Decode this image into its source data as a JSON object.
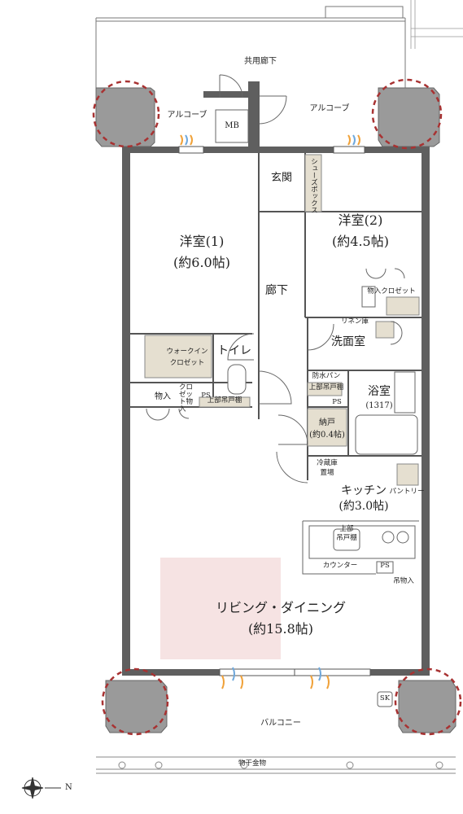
{
  "labels": {
    "corridor": "共用廊下",
    "alcove_left": "アルコーブ",
    "alcove_right": "アルコーブ",
    "mb": "MB",
    "entrance": "玄関",
    "shoe_box": "シューズボックス",
    "western1_name": "洋室(1)",
    "western1_size": "(約6.0帖)",
    "western2_name": "洋室(2)",
    "western2_size": "(約4.5帖)",
    "hallway": "廊下",
    "closet_storage": "物入クロゼット",
    "linen": "リネン庫",
    "washroom": "洗面室",
    "walkin_1": "ウォークイン",
    "walkin_2": "クロゼット",
    "toilet": "トイレ",
    "upper_cabinet": "上部吊戸棚",
    "storage": "物入",
    "closet_storage2": "クロゼット物入",
    "ps1": "PS",
    "waterproof_pan": "防水パン",
    "upper_cabinet2": "上部吊戸棚",
    "ps2": "PS",
    "bathroom": "浴室",
    "bath_size": "(1317)",
    "nando": "納戸",
    "nando_size": "(約0.4帖)",
    "fridge_1": "冷蔵庫",
    "fridge_2": "置場",
    "pantry": "パントリー",
    "kitchen": "キッチン",
    "kitchen_size": "(約3.0帖)",
    "upper_1": "上部",
    "upper_2": "吊戸棚",
    "counter": "カウンター",
    "ps3": "PS",
    "hanging_storage": "吊物入",
    "living_name": "リビング・ダイニング",
    "living_size": "(約15.8帖)",
    "sk": "SK",
    "balcony": "バルコニー",
    "drying": "物干金物",
    "north": "N"
  },
  "colors": {
    "wall": "#5f5f5f",
    "column": "#9a9a9a",
    "dashed_circle": "#a83232",
    "storage_fill": "#e5dfd0",
    "living_rug": "#f6e3e3",
    "line": "#555555"
  }
}
